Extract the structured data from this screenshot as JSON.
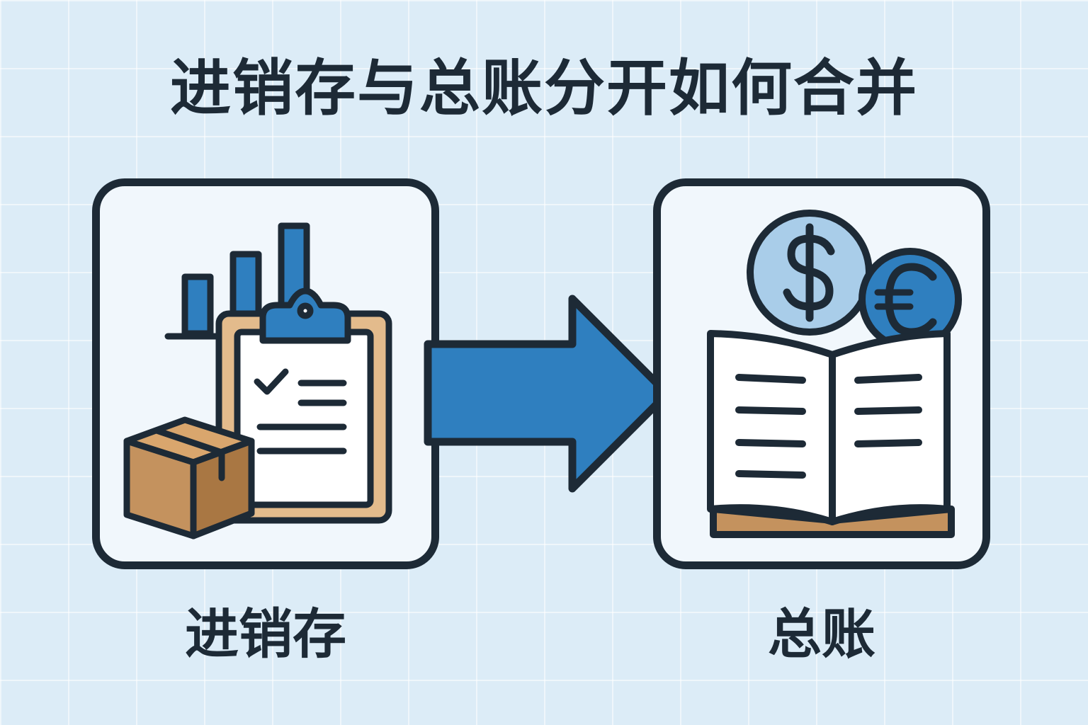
{
  "title": "进销存与总账分开如何合并",
  "left_box": {
    "label": "进销存",
    "icons": [
      "bar-chart-icon",
      "clipboard-checklist-icon",
      "cardboard-box-icon"
    ]
  },
  "right_box": {
    "label": "总账",
    "icons": [
      "dollar-coin-icon",
      "euro-coin-icon",
      "open-ledger-book-icon"
    ]
  },
  "arrow": {
    "direction": "left-to-right",
    "icon": "right-arrow-icon"
  },
  "colors": {
    "background": "#dcecf7",
    "outline": "#1d2a36",
    "accent_blue": "#2f7fbf",
    "light_blue": "#a9cde9",
    "box_brown": "#c4925e",
    "clipboard_tan": "#e3bb8c"
  }
}
